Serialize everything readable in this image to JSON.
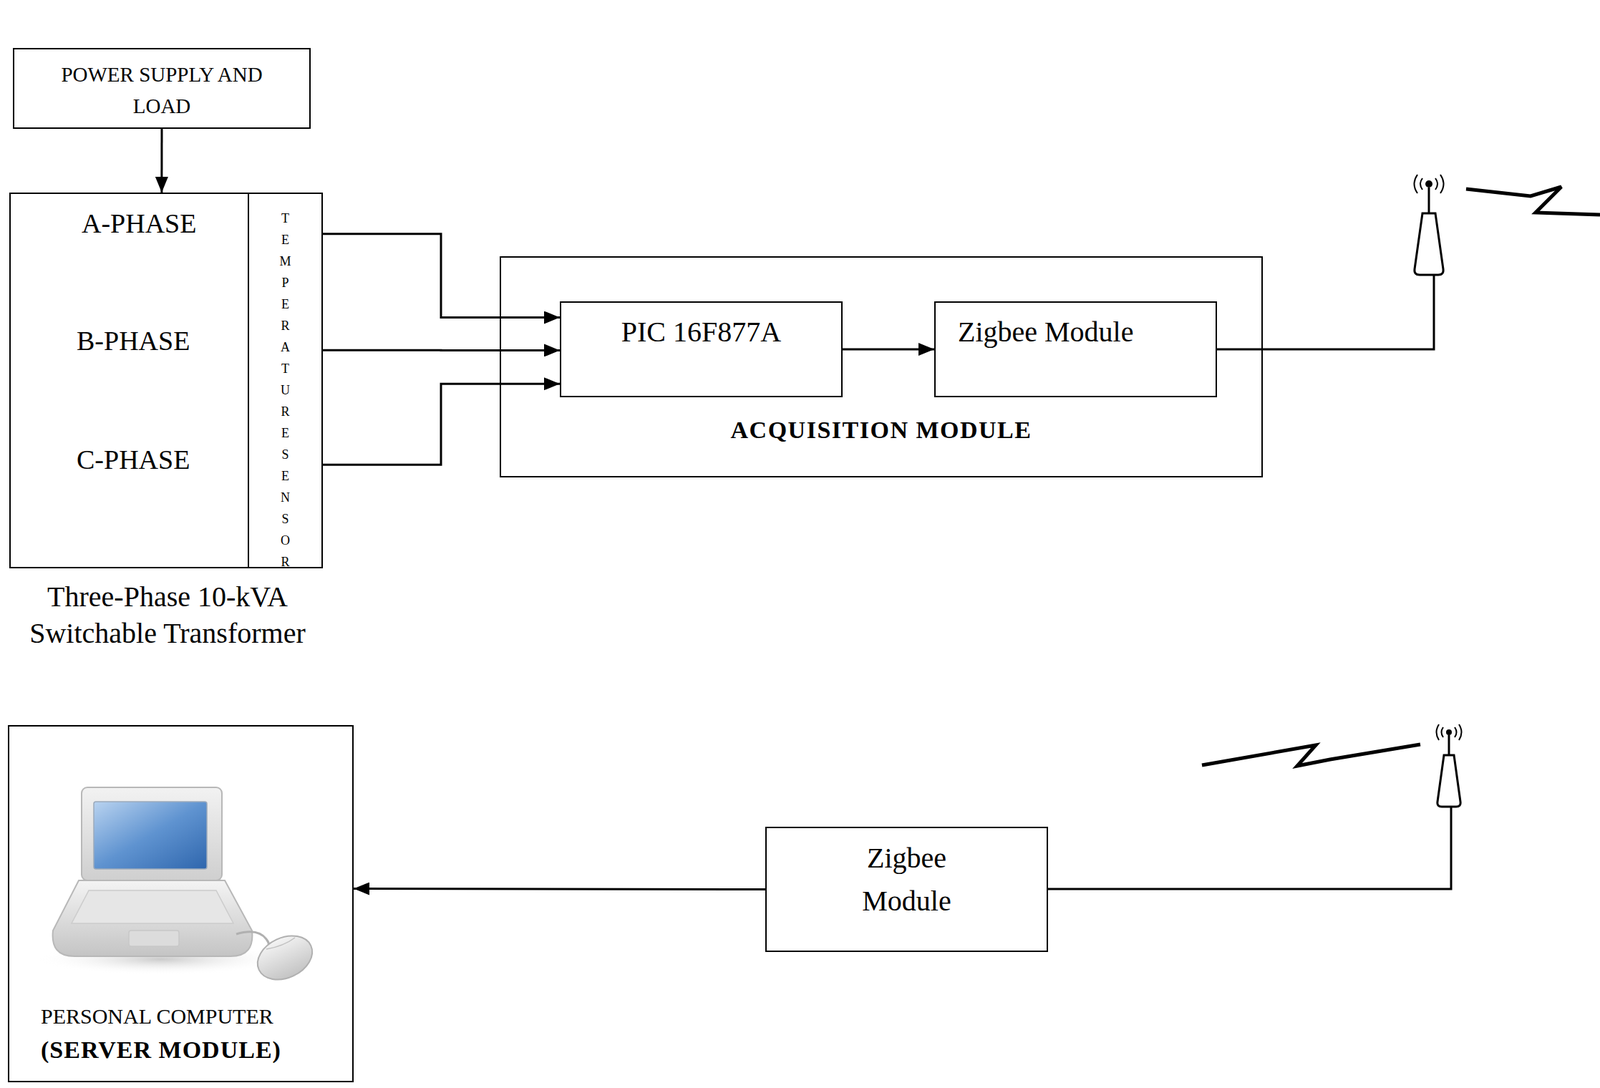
{
  "diagram": {
    "nodes": [
      {
        "text": [
          "POWER SUPPLY AND LOAD"
        ]
      },
      {
        "text": [
          "A-PHASE",
          "B-PHASE",
          "C-PHASE",
          "Three-Phase 10-kVA Switchable Transformer"
        ]
      },
      {
        "text": [
          "TEMPERATURESENSOR"
        ],
        "in": 1
      },
      {
        "text": [
          "ACQUISITION MODULE"
        ]
      },
      {
        "text": [
          "PIC 16F877A"
        ],
        "in": 3
      },
      {
        "text": [
          "Zigbee Module"
        ],
        "in": 3
      },
      {
        "text": [
          "Zigbee Module"
        ]
      },
      {
        "text": [
          "PERSONAL COMPUTER",
          "(SERVER MODULE)"
        ]
      }
    ],
    "edges": [
      {
        "from": 0,
        "to": 1,
        "arrow": "to"
      },
      {
        "from": 2,
        "to": 4,
        "arrow": "to"
      },
      {
        "from": 2,
        "to": 4,
        "arrow": "to"
      },
      {
        "from": 2,
        "to": 4,
        "arrow": "to"
      },
      {
        "from": 4,
        "to": 5,
        "arrow": "to"
      },
      {
        "from": 6,
        "to": 7,
        "arrow": "to"
      }
    ]
  }
}
